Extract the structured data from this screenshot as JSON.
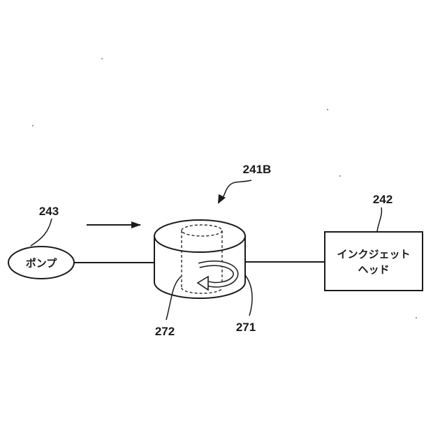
{
  "diagram": {
    "assembly_label": "241B",
    "pump": {
      "ref": "243",
      "label": "ポンプ"
    },
    "inkjet_head": {
      "ref": "242",
      "label_line1": "インクジェット",
      "label_line2": "ヘッド"
    },
    "outer_container_ref": "271",
    "inner_cylinder_ref": "272"
  }
}
